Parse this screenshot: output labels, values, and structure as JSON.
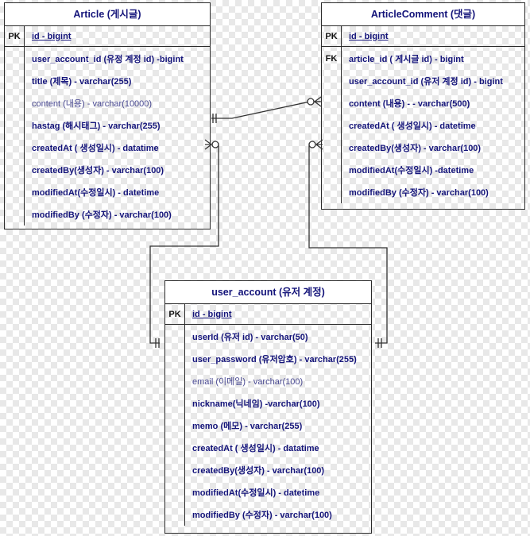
{
  "diagram": {
    "kind": "er-diagram",
    "notation": "crow's foot",
    "background": "transparent-checkerboard",
    "border_color": "#2b2b2b",
    "text_color": "#14147a",
    "key_color": "#111111"
  },
  "tables": [
    {
      "id": "article",
      "title": "Article (게시글)",
      "pk": {
        "key": "PK",
        "name": "id - bigint"
      },
      "fields": [
        {
          "key": "",
          "name": "user_account_id (유정 계정 id) -bigint",
          "muted": false
        },
        {
          "key": "",
          "name": "title (제목) - varchar(255)",
          "muted": false
        },
        {
          "key": "",
          "name": "content (내용) - varchar(10000)",
          "muted": true
        },
        {
          "key": "",
          "name": "hastag (해시태그) - varchar(255)",
          "muted": false
        },
        {
          "key": "",
          "name": "createdAt ( 생성일시) - datatime",
          "muted": false
        },
        {
          "key": "",
          "name": "createdBy(생성자) - varchar(100)",
          "muted": false
        },
        {
          "key": "",
          "name": "modifiedAt(수정일시) - datetime",
          "muted": false
        },
        {
          "key": "",
          "name": "modifiedBy (수정자) - varchar(100)",
          "muted": false
        }
      ]
    },
    {
      "id": "comment",
      "title": "ArticleComment  (댓글)",
      "pk": {
        "key": "PK",
        "name": "id - bigint"
      },
      "fields": [
        {
          "key": "FK",
          "name": "article_id ( 게시글 id) - bigint",
          "muted": false
        },
        {
          "key": "",
          "name": "user_account_id (유저 계정 id) - bigint",
          "muted": false
        },
        {
          "key": "",
          "name": "content (내용) - - varchar(500)",
          "muted": false
        },
        {
          "key": "",
          "name": "createdAt ( 생성일시) - datetime",
          "muted": false
        },
        {
          "key": "",
          "name": "createdBy(생성자) - varchar(100)",
          "muted": false
        },
        {
          "key": "",
          "name": "modifiedAt(수정일시) -datetime",
          "muted": false
        },
        {
          "key": "",
          "name": "modifiedBy (수정자) - varchar(100)",
          "muted": false
        }
      ]
    },
    {
      "id": "user",
      "title": "user_account (유저 계정)",
      "pk": {
        "key": "PK",
        "name": "id - bigint"
      },
      "fields": [
        {
          "key": "",
          "name": "userId (유저 id) - varchar(50)",
          "muted": false
        },
        {
          "key": "",
          "name": "user_password (유저암호) - varchar(255)",
          "muted": false
        },
        {
          "key": "",
          "name": "email (이메일) - varchar(100)",
          "muted": true
        },
        {
          "key": "",
          "name": "nickname(닉네임) -varchar(100)",
          "muted": false
        },
        {
          "key": "",
          "name": "memo (메모) - varchar(255)",
          "muted": false
        },
        {
          "key": "",
          "name": "createdAt ( 생성일시) - datatime",
          "muted": false
        },
        {
          "key": "",
          "name": "createdBy(생성자) - varchar(100)",
          "muted": false
        },
        {
          "key": "",
          "name": "modifiedAt(수정일시) - datetime",
          "muted": false
        },
        {
          "key": "",
          "name": "modifiedBy (수정자) - varchar(100)",
          "muted": false
        }
      ]
    }
  ],
  "relationships": [
    {
      "id": "article-to-comment",
      "from": "article",
      "to": "comment",
      "from_cardinality": "one-and-only-one",
      "to_cardinality": "zero-or-many"
    },
    {
      "id": "article-to-user",
      "from": "article",
      "to": "user",
      "from_cardinality": "zero-or-many",
      "to_cardinality": "one-and-only-one"
    },
    {
      "id": "comment-to-user",
      "from": "comment",
      "to": "user",
      "from_cardinality": "zero-or-many",
      "to_cardinality": "one-and-only-one"
    }
  ]
}
